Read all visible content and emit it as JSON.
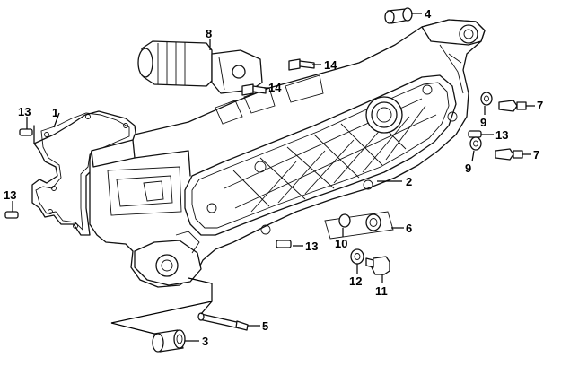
{
  "labels": {
    "p1": "1",
    "p2": "2",
    "p3": "3",
    "p4": "4",
    "p5": "5",
    "p6": "6",
    "p7a": "7",
    "p7b": "7",
    "p8": "8",
    "p9a": "9",
    "p9b": "9",
    "p10": "10",
    "p11": "11",
    "p12": "12",
    "p13a": "13",
    "p13b": "13",
    "p13c": "13",
    "p13d": "13",
    "p14a": "14",
    "p14b": "14"
  }
}
